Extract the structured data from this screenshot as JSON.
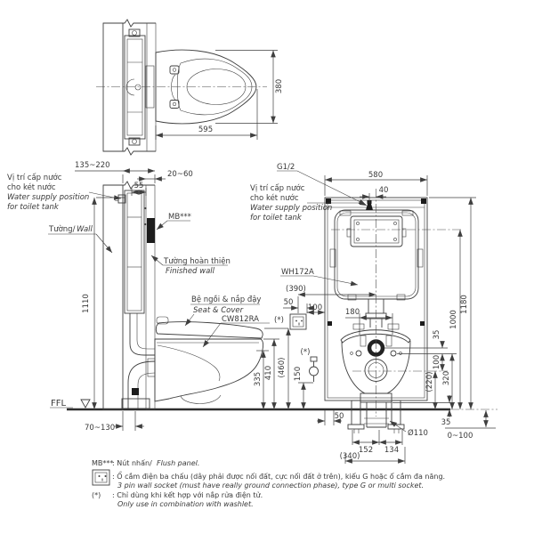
{
  "drawing_type": "toilet installation technical drawing",
  "views": {
    "top": {
      "d595": "595",
      "d380": "380"
    },
    "side": {
      "d135_220": "135~220",
      "d20_60": "20~60",
      "d55": "55",
      "d1110": "1110",
      "d335": "335",
      "d410": "410",
      "d460": "(460)",
      "d150": "150",
      "d70_130": "70~130",
      "ffl": "FFL",
      "wall_vn": "Tường/",
      "wall_en": "Wall",
      "finished_vn": "Tường hoàn thiện",
      "finished_en": "Finished wall",
      "seat_vn": "Bệ ngồi & nắp đậy",
      "seat_en": "Seat & Cover",
      "model": "CW812RA",
      "mb": "MB***",
      "star": "(*)"
    },
    "front": {
      "g12": "G1/2",
      "d580": "580",
      "d40": "40",
      "d390": "(390)",
      "d50s": "50",
      "d100s": "100",
      "d180": "180",
      "d1000": "1000",
      "d1180": "1180",
      "d35t": "35",
      "d100": "100",
      "d320": "320",
      "d220": "(220)",
      "d35b": "35",
      "d0_100": "0~100",
      "dia110": "Ø110",
      "d50b": "50",
      "d152": "152",
      "d134": "134",
      "d340": "(340)",
      "tank": "WH172A"
    }
  },
  "supply": {
    "l1": "Vị trí cấp nước",
    "l2": "cho két nước",
    "l3": "Water supply position",
    "l4": "for toilet tank"
  },
  "notes": {
    "mb_key": "MB***",
    "mb_vn": ": Nút nhấn/",
    "mb_en": "Flush panel.",
    "socket_vn": ": Ổ cắm điện ba chấu (dây phải được nối đất, cực nối đất ở trên), kiểu G hoặc ổ cắm đa năng.",
    "socket_en": "3 pin wall socket (must have really ground connection phase), type G or multi socket.",
    "star_key": "(*)",
    "star_vn": ": Chỉ dùng khi kết hợp với nắp rửa điện tử.",
    "star_en": "Only use in combination with washlet."
  },
  "colors": {
    "line": "#3f3f3f",
    "text": "#3a3a3a",
    "panel": "#1c1c1c"
  }
}
